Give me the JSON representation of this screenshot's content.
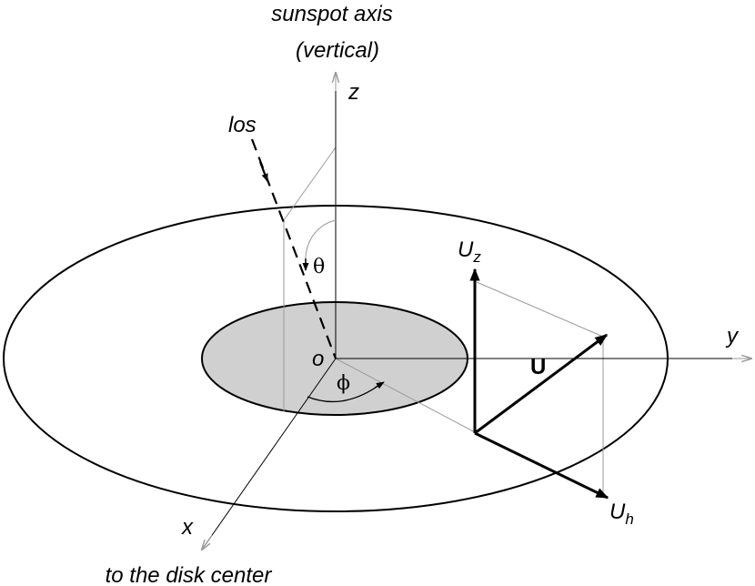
{
  "labels": {
    "axis_title_line1": "sunspot axis",
    "axis_title_line2": "(vertical)",
    "z_axis": "z",
    "y_axis": "y",
    "x_axis": "x",
    "origin": "o",
    "los": "los",
    "theta": "θ",
    "phi": "ϕ",
    "u_vector": "U",
    "uz_main": "U",
    "uz_sub": "z",
    "uh_main": "U",
    "uh_sub": "h",
    "disk_center": "to the disk center"
  },
  "colors": {
    "umbra_fill": "#d0d0d0",
    "line": "#000000",
    "guide": "#9a9a9a"
  }
}
